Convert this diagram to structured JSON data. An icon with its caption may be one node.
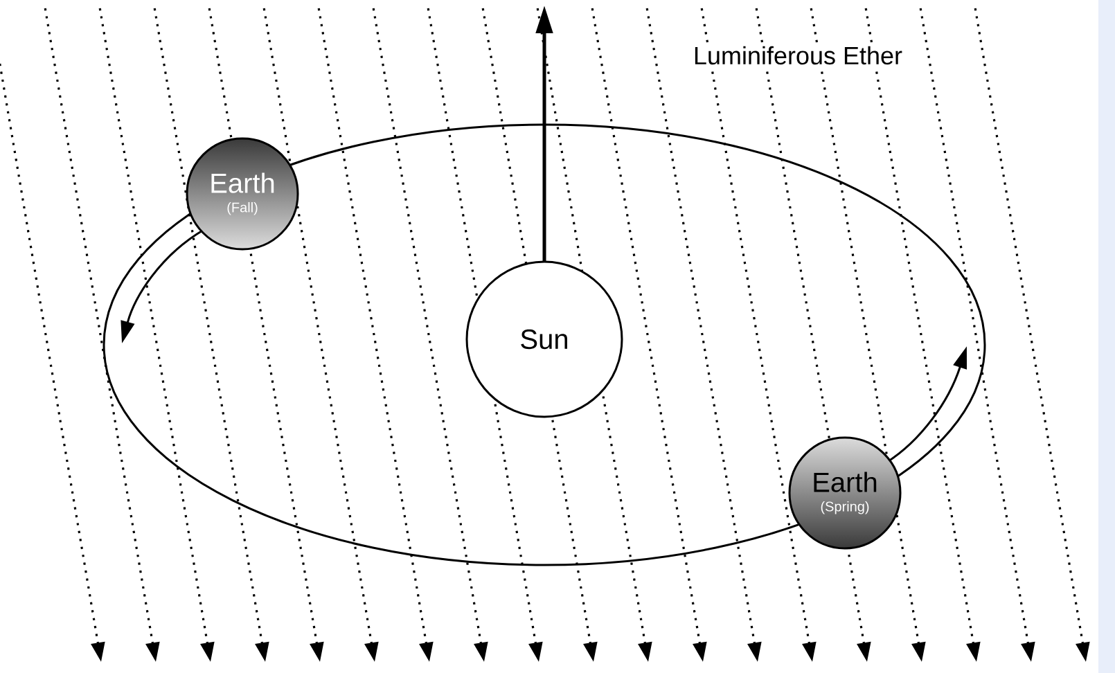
{
  "diagram": {
    "nodes": [
      {
        "text": [
          "Earth",
          "(Fall)"
        ]
      },
      {
        "text": [
          "Sun"
        ]
      },
      {
        "text": [
          "Earth",
          "(Spring)"
        ]
      }
    ],
    "labels": [
      "Luminiferous Ether"
    ]
  }
}
